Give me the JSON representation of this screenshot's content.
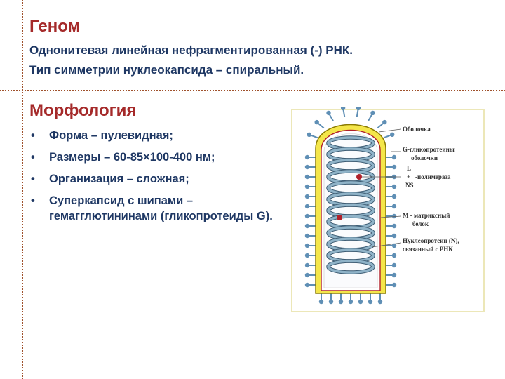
{
  "genome": {
    "title": "Геном",
    "line1": "Однонитевая линейная нефрагментированная (-) РНК.",
    "line2": "Тип симметрии нуклеокапсида – спиральный."
  },
  "morphology": {
    "title": "Морфология",
    "items": [
      "Форма – пулевидная;",
      "Размеры – 60-85×100-400 нм;",
      "Организация – сложная;",
      "Суперкапсид с шипами – гемагглютининами (гликопротеиды G)."
    ]
  },
  "diagram": {
    "labels": {
      "envelope": "Оболочка",
      "g_protein_1": "G-гликопротеины",
      "g_protein_2": "оболочки",
      "l": "L",
      "plus": "+",
      "ns": "NS",
      "polymerase": "-полимераза",
      "m_protein_1": "M - матриксный",
      "m_protein_2": "белок",
      "n_protein_1": "Нуклеопротеин (N),",
      "n_protein_2": "связанный с РНК"
    },
    "colors": {
      "envelope": "#f4e64a",
      "envelope_stroke": "#8a7a00",
      "spike": "#5f8fb5",
      "matrix": "#b0202a",
      "coil": "#8fb3c8",
      "coil_stroke": "#3e5d74",
      "frame": "#ece7b8"
    }
  }
}
